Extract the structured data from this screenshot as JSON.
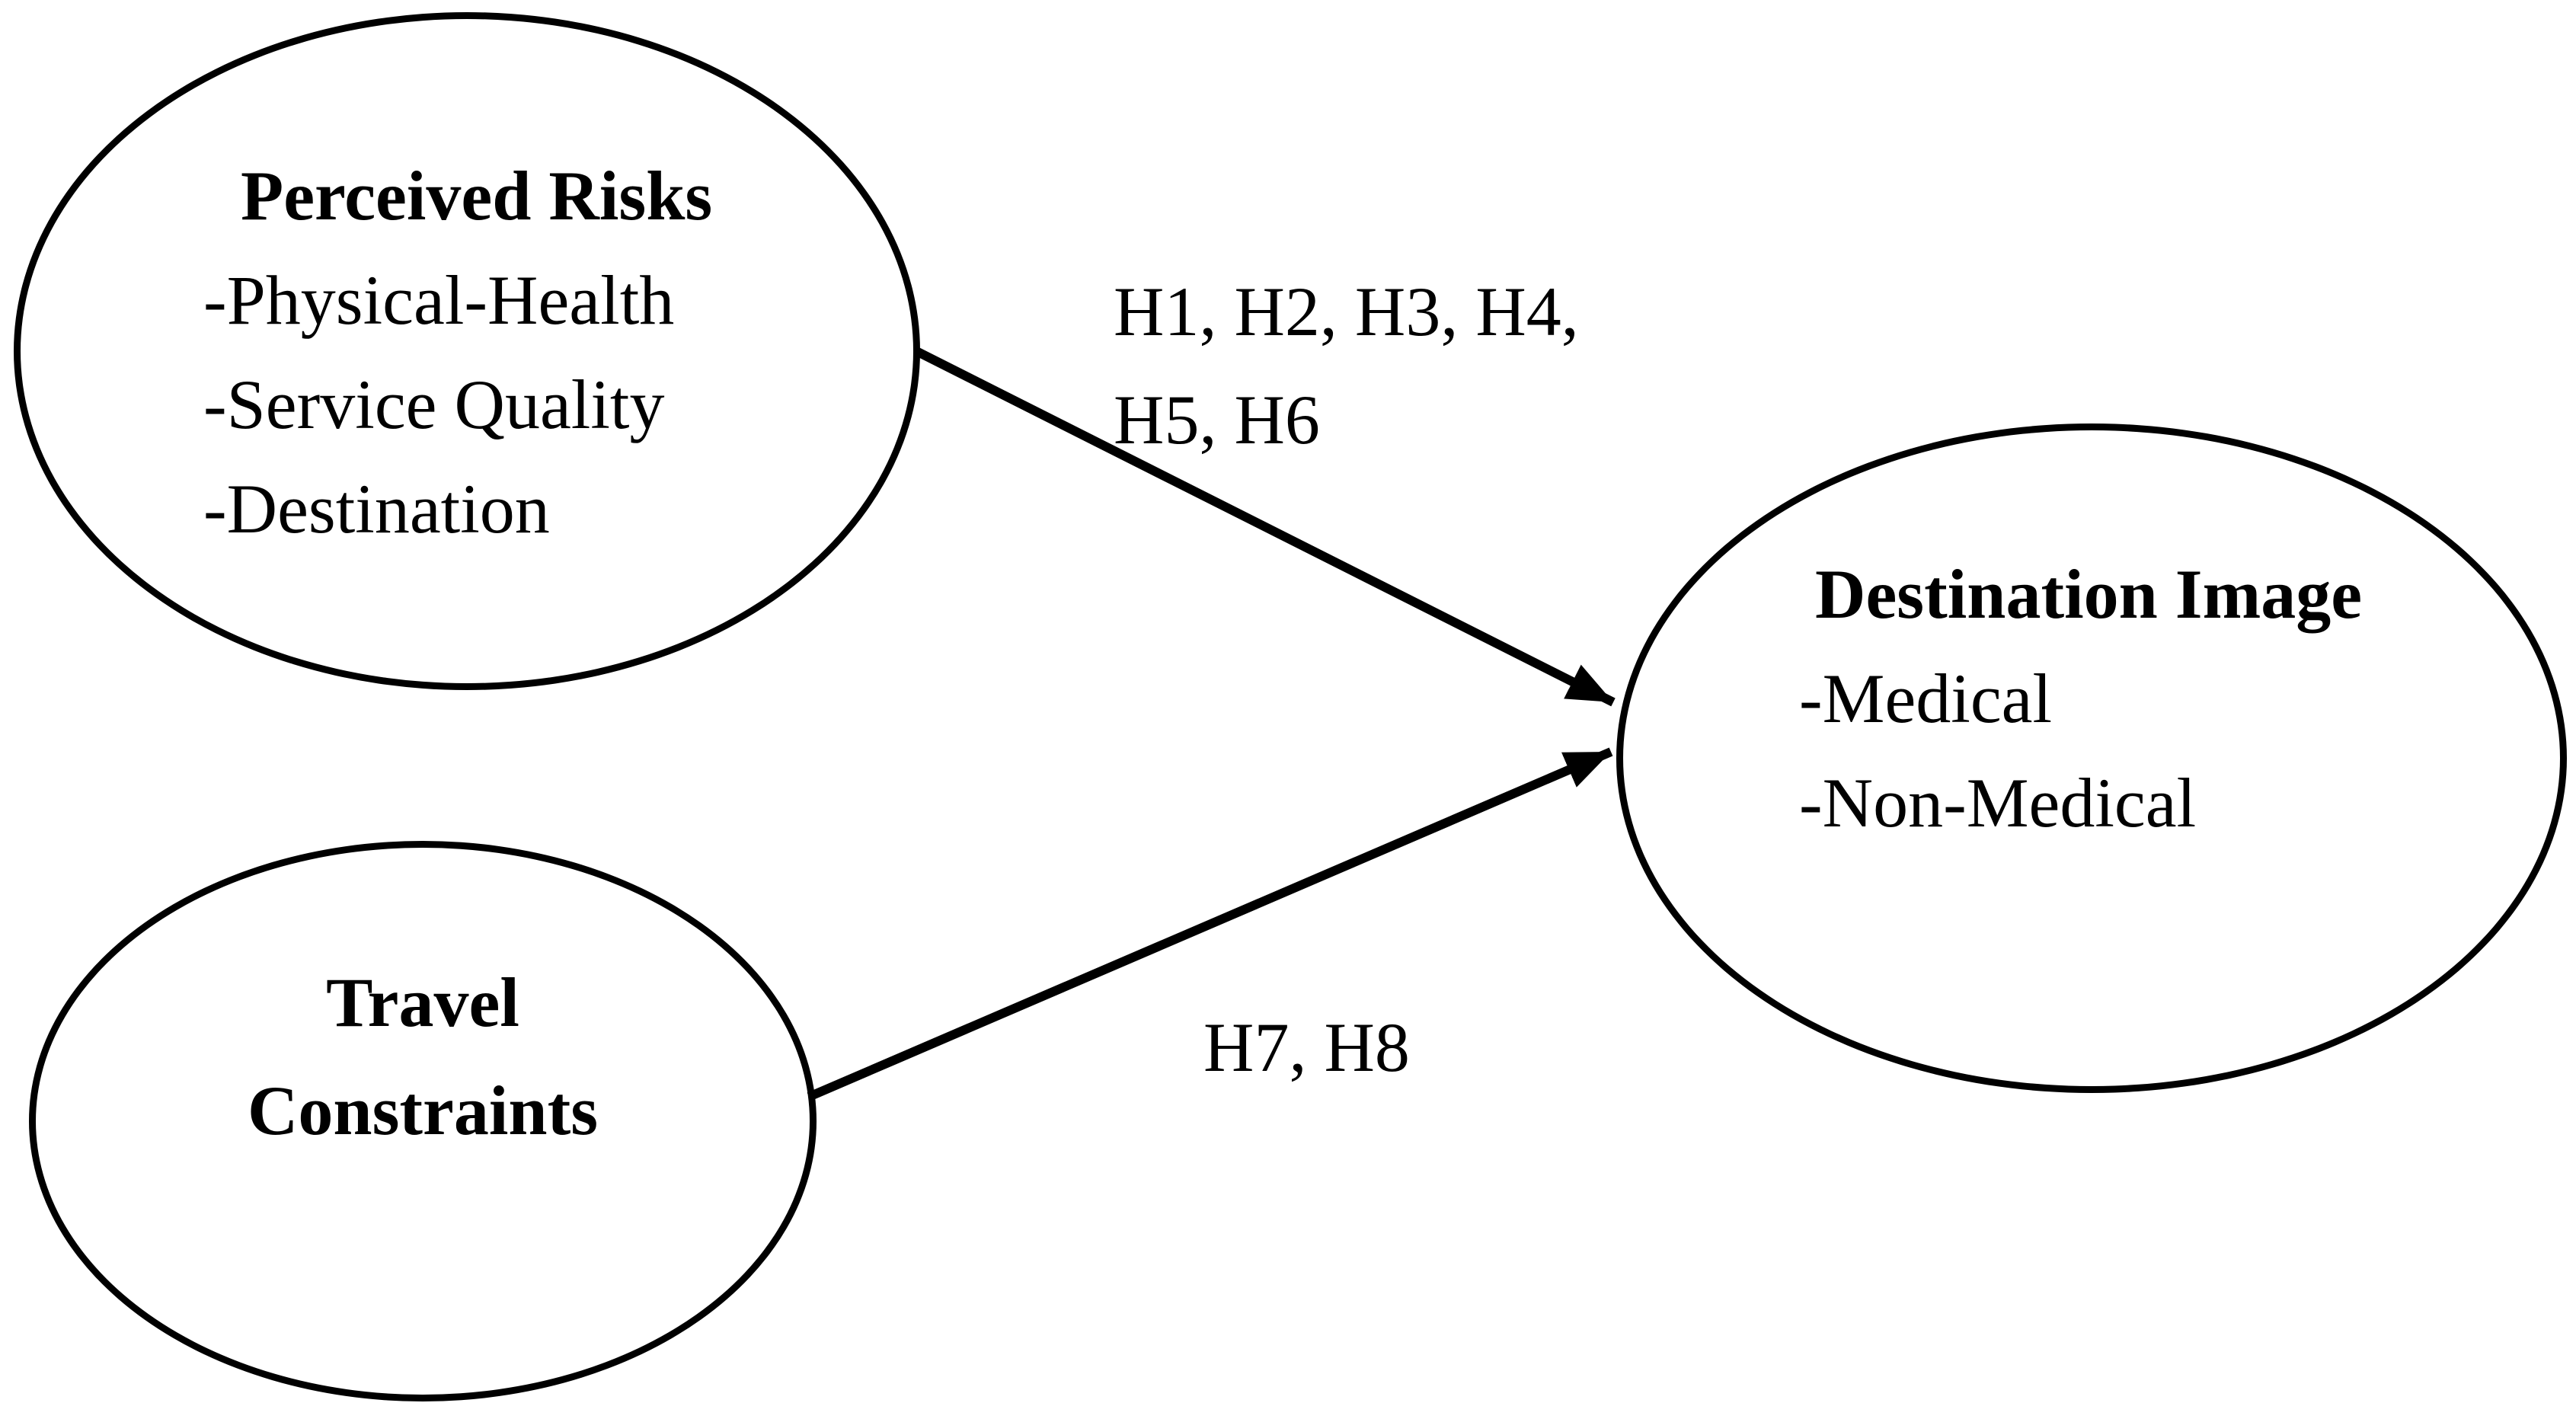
{
  "figure": {
    "background_color": "#ffffff",
    "stroke_color": "#000000",
    "text_color": "#000000"
  },
  "nodes": [
    {
      "id": "perceived-risks",
      "shape": "ellipse",
      "title": "Perceived Risks",
      "items": [
        "-Physical-Health",
        "-Service Quality",
        "-Destination"
      ]
    },
    {
      "id": "travel-constraints",
      "shape": "ellipse",
      "title_lines": [
        "Travel",
        "Constraints"
      ]
    },
    {
      "id": "destination-image",
      "shape": "ellipse",
      "title": "Destination Image",
      "items": [
        "-Medical",
        "-Non-Medical"
      ]
    }
  ],
  "arrows": [
    {
      "from": "perceived-risks",
      "to": "destination-image",
      "label_lines": [
        "H1, H2, H3, H4,",
        "H5, H6"
      ]
    },
    {
      "from": "travel-constraints",
      "to": "destination-image",
      "label_lines": [
        "H7, H8"
      ]
    }
  ]
}
